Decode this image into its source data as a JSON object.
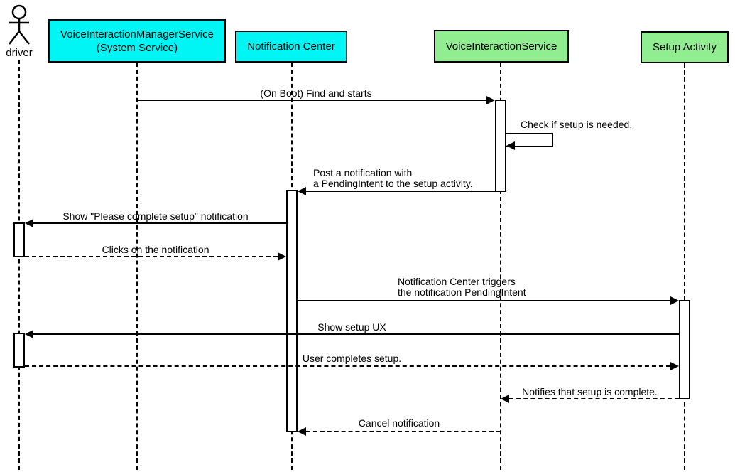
{
  "diagram_type": "uml-sequence",
  "colors": {
    "participant_cyan": "#00F5F5",
    "participant_green": "#90EE90",
    "line": "#000000",
    "background": "#FFFFFF"
  },
  "participants": [
    {
      "id": "driver",
      "type": "actor",
      "label": "driver"
    },
    {
      "id": "voice-interaction-manager-service",
      "type": "box",
      "label": "VoiceInteractionManagerService",
      "sublabel": "(System Service)",
      "fill": "#00F5F5"
    },
    {
      "id": "notification-center",
      "type": "box",
      "label": "Notification Center",
      "fill": "#00F5F5"
    },
    {
      "id": "voice-interaction-service",
      "type": "box",
      "label": "VoiceInteractionService",
      "fill": "#90EE90"
    },
    {
      "id": "setup-activity",
      "type": "box",
      "label": "Setup Activity",
      "fill": "#90EE90"
    }
  ],
  "messages": [
    {
      "from": "voice-interaction-manager-service",
      "to": "voice-interaction-service",
      "style": "solid",
      "text": "(On Boot) Find and starts"
    },
    {
      "from": "voice-interaction-service",
      "to": "voice-interaction-service",
      "style": "solid",
      "self": true,
      "text": "Check if setup is needed."
    },
    {
      "from": "voice-interaction-service",
      "to": "notification-center",
      "style": "solid",
      "line1": "Post a notification with",
      "line2": "a PendingIntent to the setup activity."
    },
    {
      "from": "notification-center",
      "to": "driver",
      "style": "solid",
      "text": "Show \"Please complete setup\" notification"
    },
    {
      "from": "driver",
      "to": "notification-center",
      "style": "dashed",
      "text": "Clicks on the notification"
    },
    {
      "from": "notification-center",
      "to": "setup-activity",
      "style": "solid",
      "line1": "Notification Center triggers",
      "line2": "the notification PendingIntent"
    },
    {
      "from": "setup-activity",
      "to": "driver",
      "style": "solid",
      "text": "Show setup UX"
    },
    {
      "from": "driver",
      "to": "setup-activity",
      "style": "dashed",
      "text": "User completes setup."
    },
    {
      "from": "setup-activity",
      "to": "voice-interaction-service",
      "style": "dashed",
      "text": "Notifies that setup is complete."
    },
    {
      "from": "voice-interaction-service",
      "to": "notification-center",
      "style": "dashed",
      "text": "Cancel notification"
    }
  ]
}
